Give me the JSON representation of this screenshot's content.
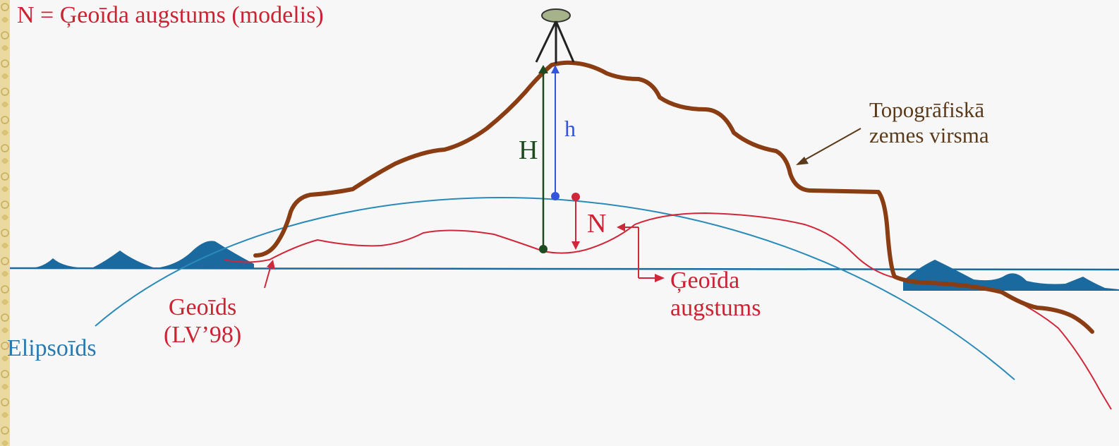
{
  "title": "N = Ģeoīda augstums (modelis)",
  "labels": {
    "topo_line1": "Topogrāfiskā",
    "topo_line2": "zemes virsma",
    "geoid_height_line1": "Ģeoīda",
    "geoid_height_line2": "augstums",
    "geoid_line1": "Geoīds",
    "geoid_line2": "(LV’98)",
    "ellipsoid": "Elipsoīds",
    "H": "H",
    "h": "h",
    "N": "N"
  },
  "colors": {
    "background": "#f7f7f7",
    "border_pattern": "#e2cf8a",
    "topography": "#8a3c12",
    "geoid": "#d0283a",
    "ellipsoid": "#2a8ab8",
    "water": "#1a6aa0",
    "orthometric_height": "#1f4a1f",
    "ellipsoidal_height": "#3355dd",
    "text_red": "#cc2233",
    "text_brown": "#5a3a1a"
  },
  "icons": {
    "instrument": "tripod-instrument-icon"
  }
}
